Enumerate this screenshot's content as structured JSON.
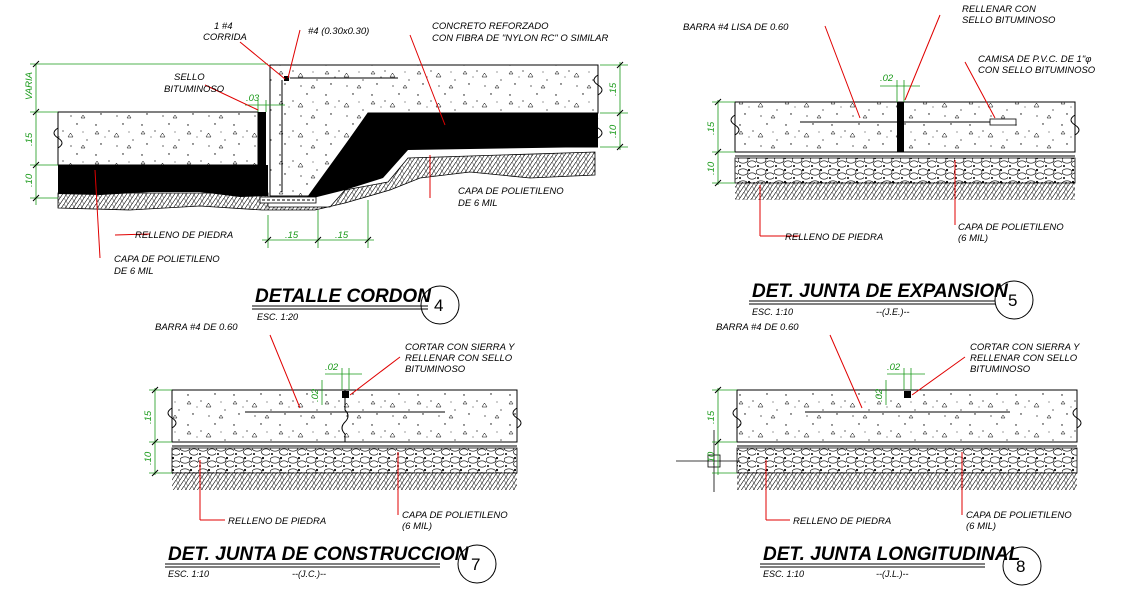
{
  "details": {
    "cordon": {
      "title": "DETALLE CORDON",
      "scale": "ESC. 1:20",
      "number": "4",
      "labels": {
        "bar_corrida_1": "1 #4",
        "bar_corrida_2": "CORRIDA",
        "bar_size": "#4 (0.30x0.30)",
        "concrete_1": "CONCRETO REFORZADO",
        "concrete_2": "CON FIBRA DE \"NYLON RC\" O SIMILAR",
        "sello_1": "SELLO",
        "sello_2": "BITUMINOSO",
        "fill": "RELLENO DE PIEDRA",
        "poly_left_1": "CAPA DE POLIETILENO",
        "poly_left_2": "DE 6 MIL",
        "poly_right_1": "CAPA DE POLIETILENO",
        "poly_right_2": "DE 6 MIL"
      },
      "dims": {
        "varia": "VARIA",
        "left_15": ".15",
        "left_10": ".10",
        "gap_03": ".03",
        "right_15": ".15",
        "right_10": ".10",
        "bottom_15a": ".15",
        "bottom_15b": ".15"
      }
    },
    "expansion": {
      "title": "DET. JUNTA DE EXPANSION",
      "scale": "ESC. 1:10",
      "initials": "--(J.E.)--",
      "number": "5",
      "labels": {
        "bar": "BARRA #4 LISA DE 0.60",
        "fill_top_1": "RELLENAR CON",
        "fill_top_2": "SELLO BITUMINOSO",
        "sleeve_1": "CAMISA DE P.V.C. DE 1\"φ",
        "sleeve_2": "CON SELLO BITUMINOSO",
        "stone": "RELLENO DE PIEDRA",
        "poly_1": "CAPA DE POLIETILENO",
        "poly_2": "(6 MIL)"
      },
      "dims": {
        "gap": ".02",
        "d15": ".15",
        "d10": ".10"
      }
    },
    "construction": {
      "title": "DET. JUNTA DE CONSTRUCCION",
      "scale": "ESC. 1:10",
      "initials": "--(J.C.)--",
      "number": "7",
      "labels": {
        "bar": "BARRA #4 DE 0.60",
        "cut_1": "CORTAR CON SIERRA Y",
        "cut_2": "RELLENAR CON SELLO",
        "cut_3": "BITUMINOSO",
        "stone": "RELLENO DE PIEDRA",
        "poly_1": "CAPA DE POLIETILENO",
        "poly_2": "(6 MIL)"
      },
      "dims": {
        "gap": ".02",
        "d15": ".15",
        "d10": ".10"
      }
    },
    "longitudinal": {
      "title": "DET. JUNTA LONGITUDINAL",
      "scale": "ESC. 1:10",
      "initials": "--(J.L.)--",
      "number": "8",
      "labels": {
        "bar": "BARRA #4 DE 0.60",
        "cut_1": "CORTAR CON SIERRA Y",
        "cut_2": "RELLENAR CON SELLO",
        "cut_3": "BITUMINOSO",
        "stone": "RELLENO DE PIEDRA",
        "poly_1": "CAPA DE POLIETILENO",
        "poly_2": "(6 MIL)"
      },
      "dims": {
        "gap": ".02",
        "d15": ".15",
        "d10": ".10"
      }
    }
  },
  "colors": {
    "leader": "#e00000",
    "dimension": "#1a9a1a",
    "linework": "#000000"
  }
}
